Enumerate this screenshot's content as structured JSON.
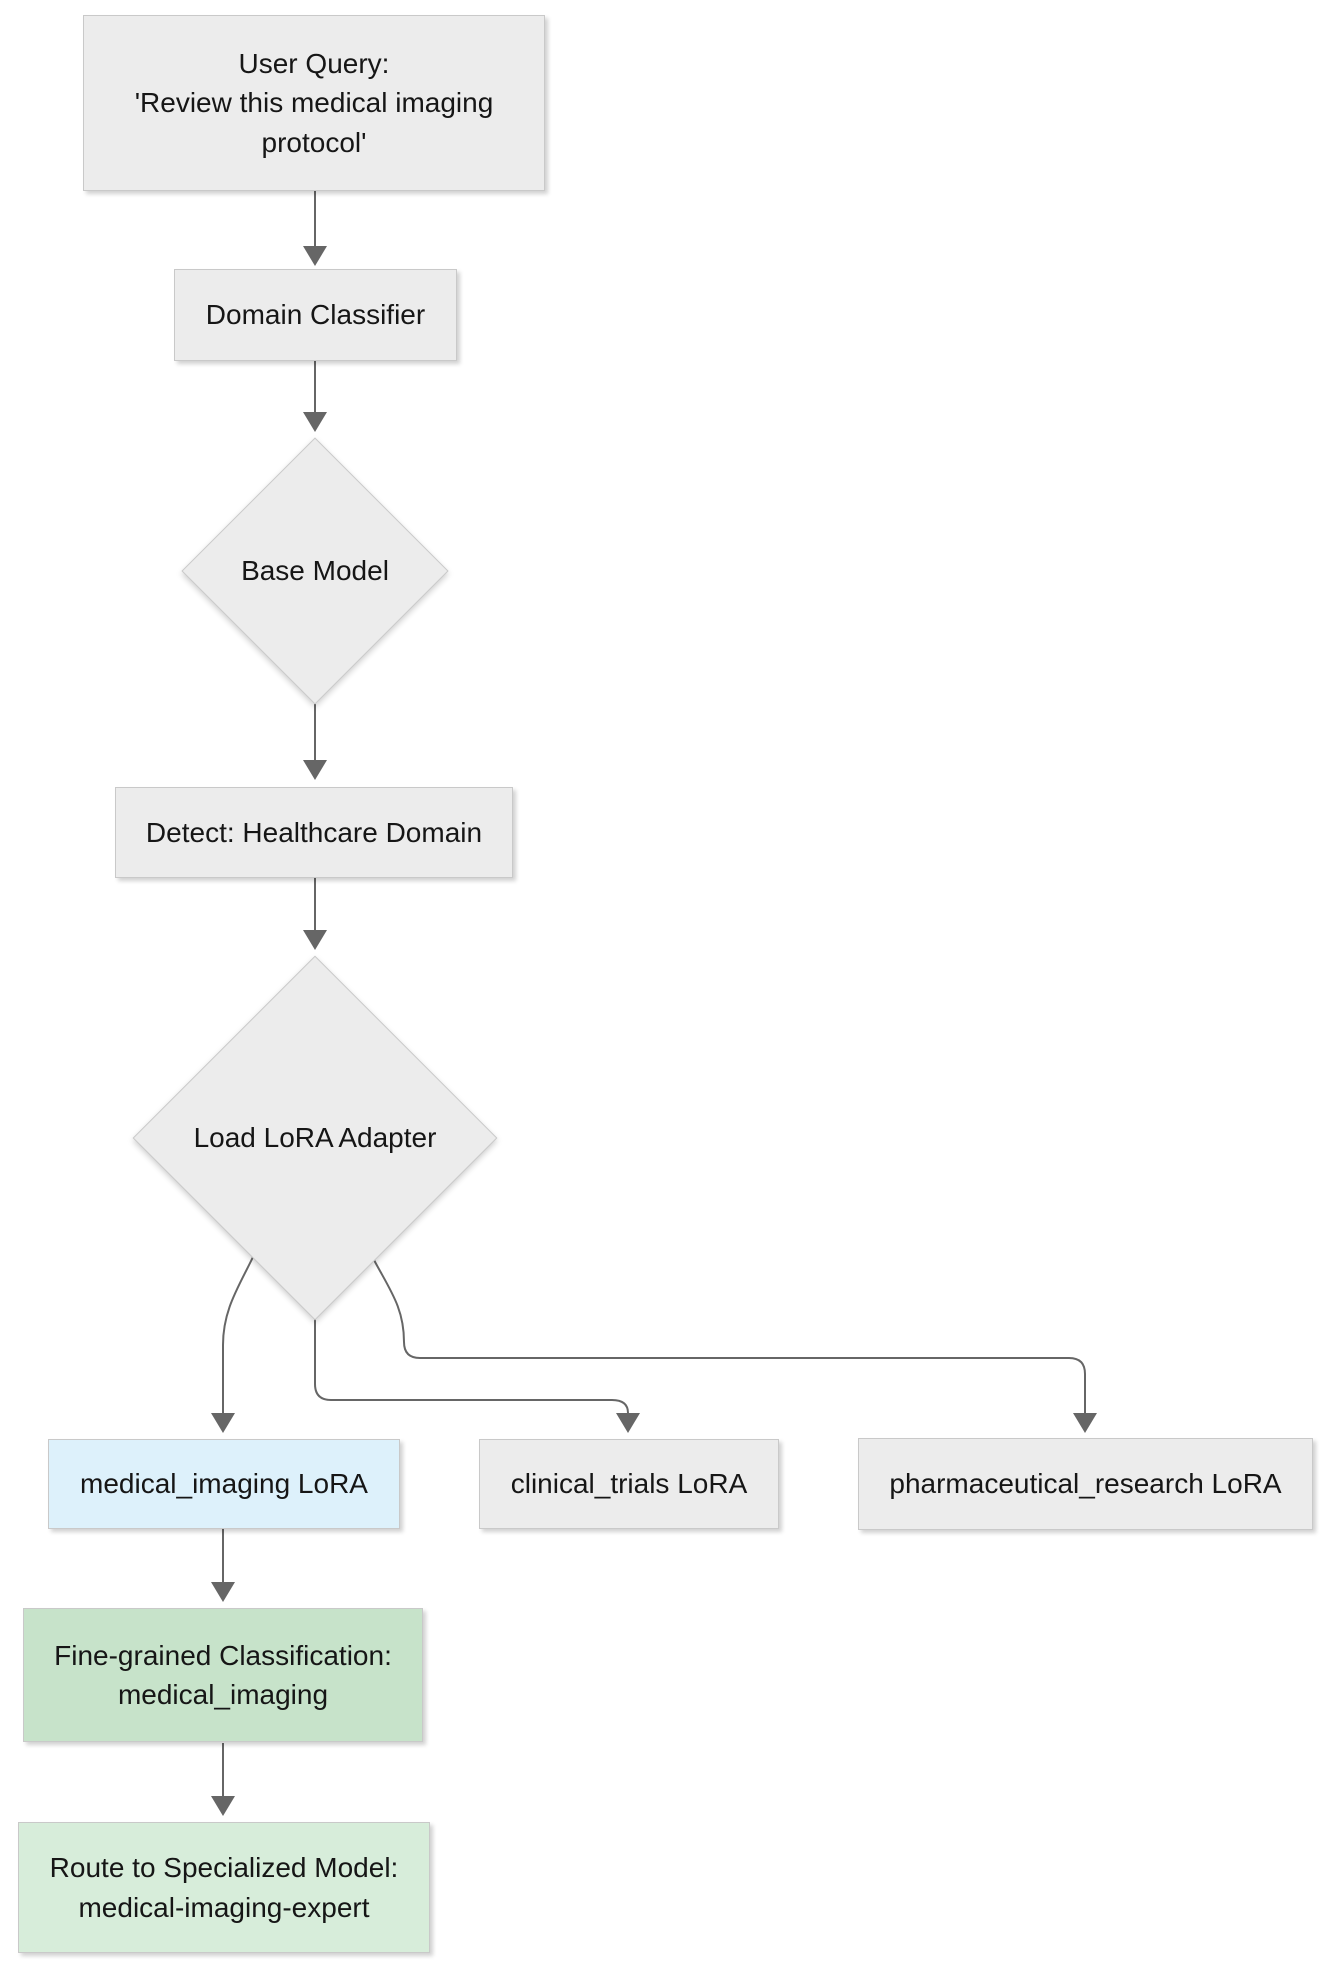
{
  "diagram": {
    "title": "LoRA adapter routing flowchart",
    "colors": {
      "background": "#ffffff",
      "node_gray": "#ececec",
      "node_blue": "#ddf1fb",
      "node_green_dark": "#c7e3ca",
      "node_green_light": "#d7edda",
      "node_border": "#c9c9c9",
      "edge": "#666666",
      "text": "#161616"
    },
    "nodes": {
      "user_query": {
        "label": "User Query:\n'Review this medical imaging\nprotocol'",
        "shape": "rect",
        "fill": "gray"
      },
      "domain_classifier": {
        "label": "Domain Classifier",
        "shape": "rect",
        "fill": "gray"
      },
      "base_model": {
        "label": "Base Model",
        "shape": "diamond",
        "fill": "gray"
      },
      "detect_domain": {
        "label": "Detect: Healthcare Domain",
        "shape": "rect",
        "fill": "gray"
      },
      "load_lora": {
        "label": "Load LoRA Adapter",
        "shape": "diamond",
        "fill": "gray"
      },
      "medical_imaging_lora": {
        "label": "medical_imaging LoRA",
        "shape": "rect",
        "fill": "blue"
      },
      "clinical_trials_lora": {
        "label": "clinical_trials LoRA",
        "shape": "rect",
        "fill": "gray"
      },
      "pharma_research_lora": {
        "label": "pharmaceutical_research LoRA",
        "shape": "rect",
        "fill": "gray"
      },
      "fine_grained": {
        "label": "Fine-grained Classification:\nmedical_imaging",
        "shape": "rect",
        "fill": "green_dark"
      },
      "route_model": {
        "label": "Route to Specialized Model:\nmedical-imaging-expert",
        "shape": "rect",
        "fill": "green_light"
      }
    },
    "edges": [
      {
        "from": "user_query",
        "to": "domain_classifier"
      },
      {
        "from": "domain_classifier",
        "to": "base_model"
      },
      {
        "from": "base_model",
        "to": "detect_domain"
      },
      {
        "from": "detect_domain",
        "to": "load_lora"
      },
      {
        "from": "load_lora",
        "to": "medical_imaging_lora"
      },
      {
        "from": "load_lora",
        "to": "clinical_trials_lora"
      },
      {
        "from": "load_lora",
        "to": "pharma_research_lora"
      },
      {
        "from": "medical_imaging_lora",
        "to": "fine_grained"
      },
      {
        "from": "fine_grained",
        "to": "route_model"
      }
    ]
  }
}
